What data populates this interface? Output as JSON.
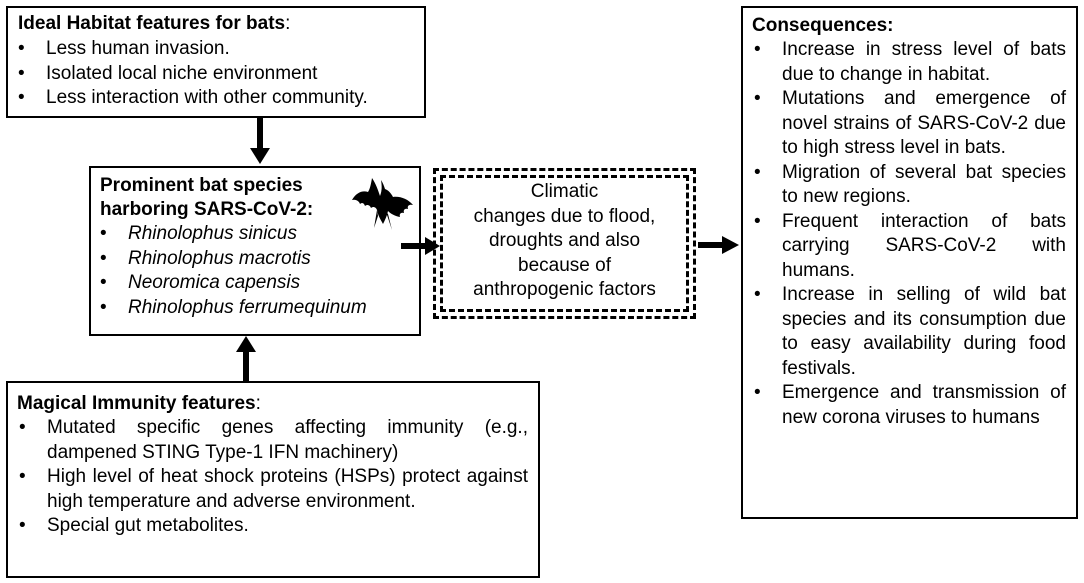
{
  "habitat": {
    "title": "Ideal Habitat features for bats",
    "title_suffix": ":",
    "items": [
      "Less human invasion.",
      "Isolated local niche environment",
      "Less interaction with other community."
    ]
  },
  "species": {
    "title_line1": "Prominent bat species",
    "title_line2": "harboring SARS-CoV-2:",
    "items": [
      "Rhinolophus sinicus",
      "Rhinolophus macrotis",
      "Neoromica capensis",
      "Rhinolophus ferrumequinum"
    ],
    "bat_icon": "bat-silhouette"
  },
  "climate": {
    "lines": [
      "Climatic",
      "changes due to flood,",
      "droughts and also",
      "because of",
      "anthropogenic factors"
    ]
  },
  "immunity": {
    "title": "Magical Immunity features",
    "title_suffix": ":",
    "items": [
      "Mutated specific genes affecting immunity (e.g., dampened STING Type-1 IFN machinery)",
      "High level of heat shock proteins (HSPs) protect against high temperature and adverse environment.",
      "Special gut metabolites."
    ]
  },
  "consequences": {
    "title": "Consequences:",
    "items": [
      "Increase in stress level of bats due to change in habitat.",
      "Mutations and emergence of novel strains of SARS-CoV-2 due to high stress level in bats.",
      "Migration of several bat species to new regions.",
      "Frequent interaction of bats carrying SARS-CoV-2 with humans.",
      "Increase in selling of wild bat species and its consumption due to easy availability during food festivals.",
      "Emergence and transmission of new corona viruses to humans"
    ]
  }
}
